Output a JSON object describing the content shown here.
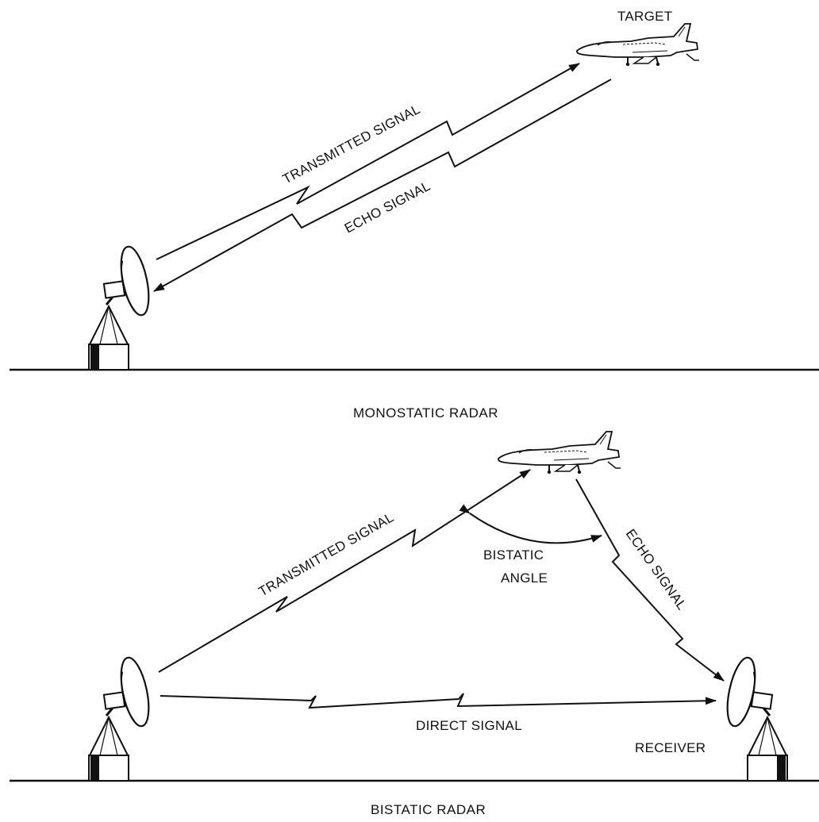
{
  "monostatic": {
    "target_label": "TARGET",
    "transmitted_label": "TRANSMITTED SIGNAL",
    "echo_label": "ECHO SIGNAL",
    "caption": "MONOSTATIC RADAR"
  },
  "bistatic": {
    "transmitted_label": "TRANSMITTED SIGNAL",
    "echo_label": "ECHO SIGNAL",
    "angle_label_line1": "BISTATIC",
    "angle_label_line2": "ANGLE",
    "direct_label": "DIRECT SIGNAL",
    "receiver_label": "RECEIVER",
    "caption": "BISTATIC RADAR"
  }
}
